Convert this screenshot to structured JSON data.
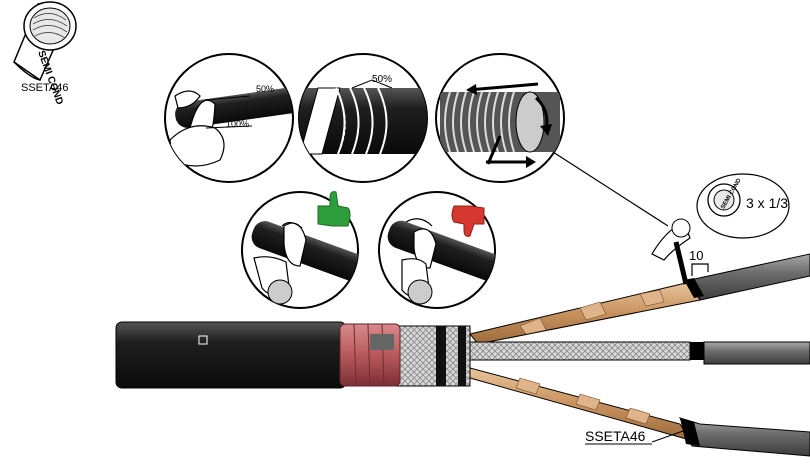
{
  "roll_top_left": {
    "tape_text": "SEMI COND",
    "caption": "SSETA46"
  },
  "callout_wrap": {
    "overlap_top": "50%",
    "overlap_bottom": "100%"
  },
  "callout_lap": {
    "overlap": "50%"
  },
  "small_roll": {
    "tape_text": "SEMI COND",
    "quantity": "3 x 1/3"
  },
  "dimension": {
    "length": "10"
  },
  "bottom_label": {
    "text": "SSETA46"
  },
  "colors": {
    "thumb_up": "#2e9e3c",
    "thumb_down": "#d6382f",
    "copper": "#c8925e",
    "mastic": "#b8595c",
    "cable": "#1a1a1a"
  },
  "icons": [
    "tape-roll-icon",
    "thumbs-up-icon",
    "thumbs-down-icon",
    "direction-arrow-icon"
  ]
}
